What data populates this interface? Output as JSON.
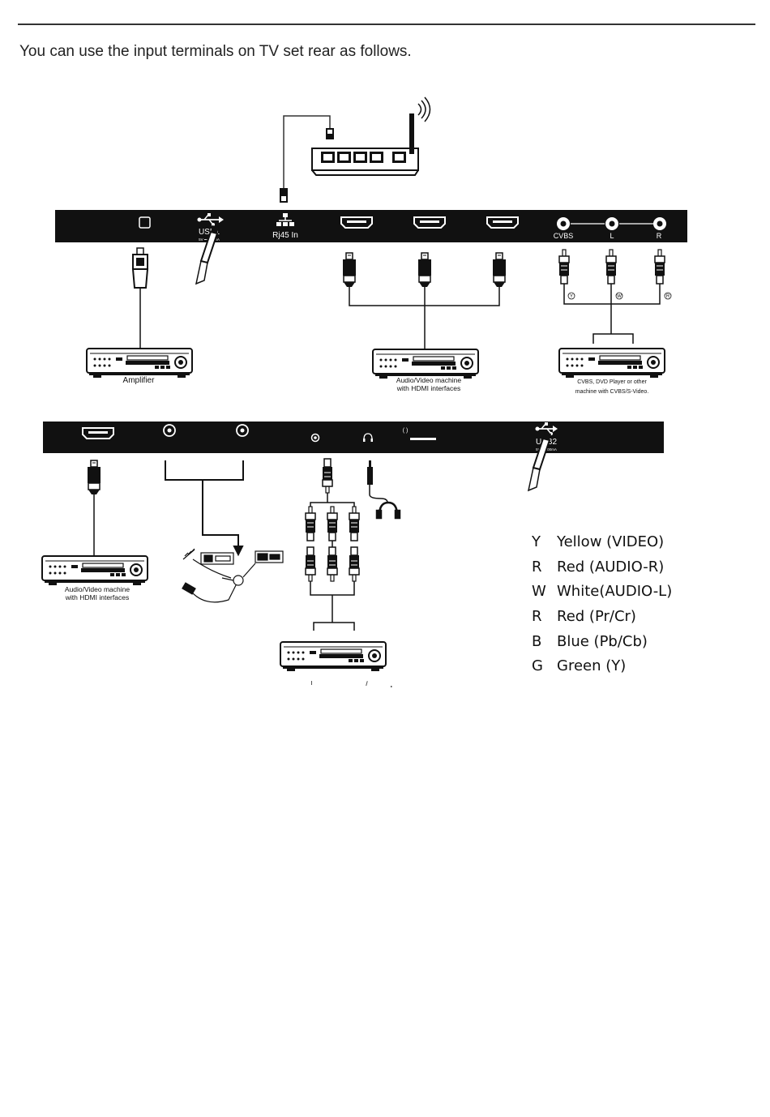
{
  "intro_text": "You can use the input terminals on TV set rear as follows.",
  "top_panel": {
    "usb1_label": "USB1",
    "usb1_spec": "5V ⎓ 500mA",
    "rj45_label": "Rj45 In",
    "cvbs_label": "CVBS",
    "l_label": "L",
    "r_label": "R"
  },
  "bottom_panel": {
    "usb2_label": "USB2",
    "usb2_spec": "5V ⎓ 500mA",
    "faint_mark": "( )"
  },
  "devices": {
    "amplifier": "Amplifier",
    "av_hdmi_line1": "Audio/Video machine",
    "av_hdmi_line2": "with HDMI interfaces",
    "cvbs_line1": "CVBS, DVD Player or other",
    "cvbs_line2": "machine with CVBS/S-Video.",
    "av_hdmi2_line1": "Audio/Video machine",
    "av_hdmi2_line2": "with HDMI interfaces"
  },
  "plug_tags": {
    "y": "Y",
    "w": "W",
    "r": "R"
  },
  "legend": [
    {
      "code": "Y",
      "desc": "Yellow (VIDEO)"
    },
    {
      "code": "R",
      "desc": "Red (AUDIO-R)"
    },
    {
      "code": "W",
      "desc": "White(AUDIO-L)"
    },
    {
      "code": "R",
      "desc": "Red (Pr/Cr)"
    },
    {
      "code": "B",
      "desc": "Blue (Pb/Cb)"
    },
    {
      "code": "G",
      "desc": "Green (Y)"
    }
  ],
  "colors": {
    "panel": "#111111",
    "line": "#222222",
    "text": "#111111"
  },
  "icons": [
    "wifi-router-icon",
    "ethernet-plug-icon",
    "usb-symbol-icon",
    "network-symbol-icon",
    "hdmi-port-icon",
    "rca-jack-icon",
    "optical-port-icon",
    "usb-stick-icon",
    "hdmi-plug-icon",
    "rca-plug-icon",
    "optical-plug-icon",
    "headphones-icon",
    "dvd-player-icon",
    "antenna-icon",
    "coax-port-icon"
  ]
}
